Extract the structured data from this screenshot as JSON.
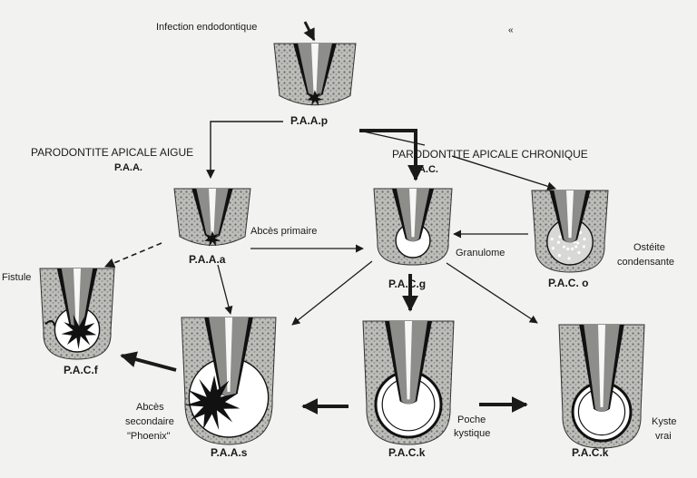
{
  "labels": {
    "infection": "Infection endodontique",
    "paa_p": "P.A.A.p",
    "paa_title": "PARODONTITE APICALE AIGUE",
    "paa_abbr": "P.A.A.",
    "pac_title": "PARODONTITE APICALE CHRONIQUE",
    "pac_abbr": "P.A.C.",
    "abces_primaire": "Abcès primaire",
    "paa_a": "P.A.A.a",
    "granulome": "Granulome",
    "pac_g": "P.A.C.g",
    "osteite_1": "Ostéite",
    "osteite_2": "condensante",
    "pac_o": "P.A.C. o",
    "fistule": "Fistule",
    "pac_f": "P.A.C.f",
    "abces_sec_1": "Abcès",
    "abces_sec_2": "secondaire",
    "abces_sec_3": "\"Phoenix\"",
    "paa_s": "P.A.A.s",
    "poche_1": "Poche",
    "poche_2": "kystique",
    "pac_k1": "P.A.C.k",
    "kyste_1": "Kyste",
    "kyste_2": "vrai",
    "pac_k2": "P.A.C.k"
  },
  "colors": {
    "background": "#f2f2f0",
    "bone": "#b9b9b6",
    "bone_dark": "#6f6f6b",
    "root": "#8d8d8a",
    "canal": "#f7f7f5",
    "ligament": "#111111",
    "lesion": "#ffffff",
    "infiltrate": "#111111",
    "arrow": "#1a1a1a"
  }
}
